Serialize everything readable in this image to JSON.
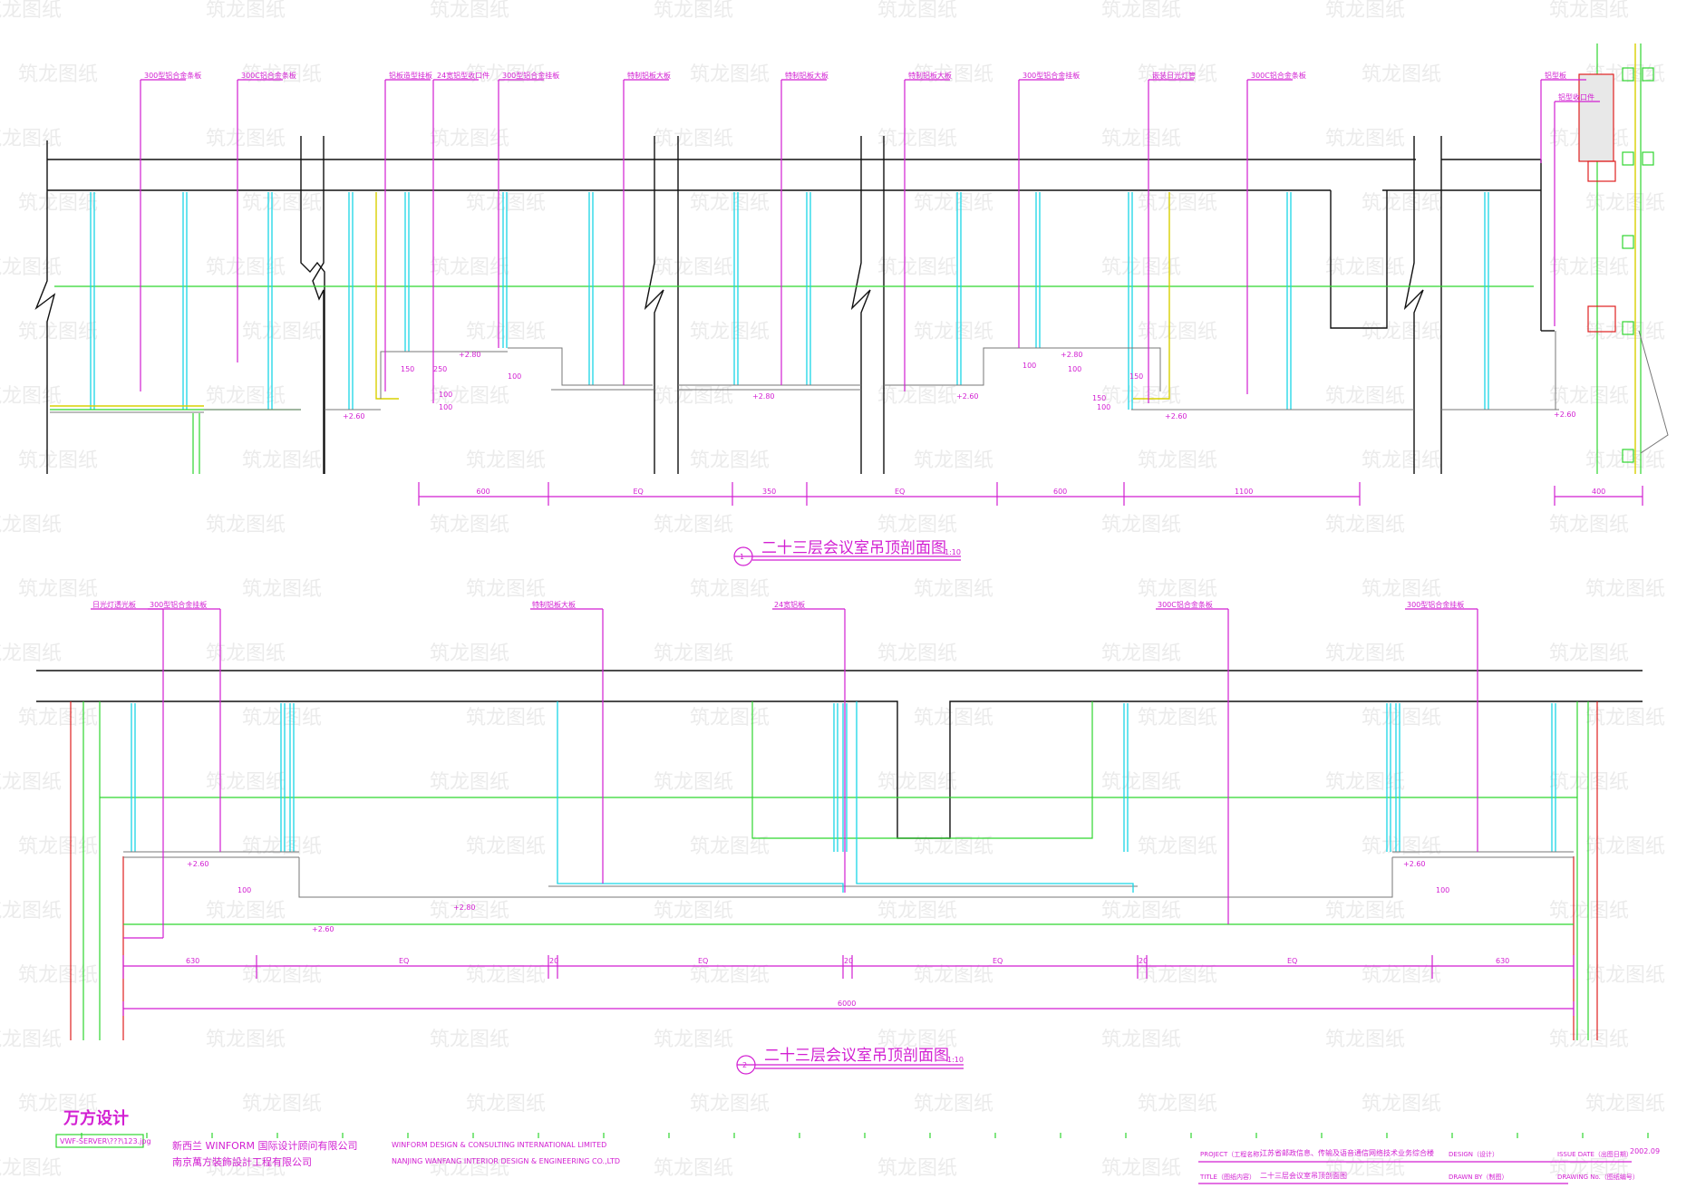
{
  "colors": {
    "structure": "#111111",
    "hanger": "#19d6e6",
    "keel": "#2fd62f",
    "annotation": "#d21fd2",
    "red": "#e02020",
    "yellow": "#d8d000"
  },
  "section1": {
    "title": "二十三层会议室吊顶剖面图",
    "scale": "1:10",
    "number": "1",
    "labels": [
      "300型铝合金条板",
      "300C铝合金条板",
      "铝板造型挂板",
      "24宽铝型收口件",
      "300型铝合金挂板",
      "特制铝板大板",
      "特制铝板大板",
      "特制铝板大板",
      "300型铝合金挂板",
      "嵌装日光灯管",
      "300C铝合金条板",
      "铝型板",
      "铝型收口件"
    ],
    "dims": [
      "600",
      "EQ",
      "350",
      "EQ",
      "600",
      "1100",
      "400"
    ],
    "small_dims": [
      "150",
      "250",
      "100",
      "100",
      "100",
      "100",
      "100",
      "150",
      "150",
      "100"
    ],
    "elevations": [
      "+2.60",
      "+2.80",
      "+2.80",
      "+2.60",
      "+2.80",
      "+2.60",
      "+2.60"
    ]
  },
  "section2": {
    "title": "二十三层会议室吊顶剖面图",
    "scale": "1:10",
    "number": "2",
    "labels": [
      "日光灯透光板",
      "300型铝合金挂板",
      "特制铝板大板",
      "24宽铝板",
      "300C铝合金条板",
      "300型铝合金挂板"
    ],
    "dims": [
      "630",
      "EQ",
      "20",
      "EQ",
      "20",
      "EQ",
      "20",
      "EQ",
      "630"
    ],
    "total_dim": "6000",
    "small_dims": [
      "100",
      "100"
    ],
    "elevations": [
      "+2.60",
      "+2.80",
      "+2.60",
      "+2.60"
    ]
  },
  "firm": {
    "logo": "万方设计",
    "file_tag": "VWF-SERVER\\???\\123.jpg",
    "name_cn_1": "新西兰 WINFORM 国际设计顾问有限公司",
    "name_cn_2": "南京萬方裝飾設計工程有限公司",
    "name_en_1": "WINFORM DESIGN & CONSULTING INTERNATIONAL LIMITED",
    "name_en_2": "NANJING WANFANG INTERIOR DESIGN & ENGINEERING CO.,LTD"
  },
  "title_block": {
    "project_label": "PROJECT（工程名称）",
    "project_value": "江苏省邮政信息、传输及语音通信网络技术业务综合楼",
    "design_label": "DESIGN（设计）",
    "issue_label": "ISSUE DATE（出图日期）",
    "date": "2002.09",
    "title_label": "TITLE（图纸内容）",
    "title_value": "二十三层会议室吊顶剖面图",
    "drawn_label": "DRAWN BY（制图）",
    "drawing_no_label": "DRAWING No.（图纸编号）"
  },
  "watermark": "筑龙图纸"
}
